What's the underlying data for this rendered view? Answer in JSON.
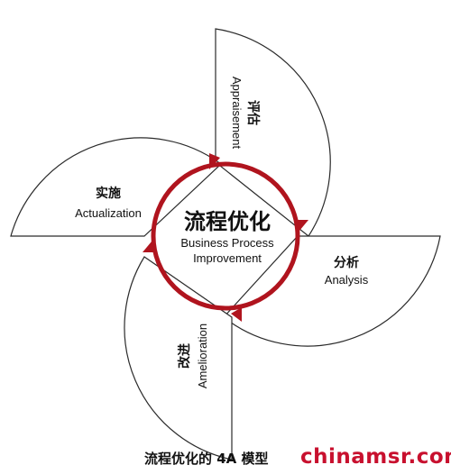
{
  "center": {
    "title_cn": "流程优化",
    "subtitle_line1": "Business Process",
    "subtitle_line2": "Improvement"
  },
  "stages": [
    {
      "id": "appraisement",
      "cn": "评估",
      "en": "Appraisement"
    },
    {
      "id": "analysis",
      "cn": "分析",
      "en": "Analysis"
    },
    {
      "id": "amelioration",
      "cn": "改进",
      "en": "Amelioration"
    },
    {
      "id": "actualization",
      "cn": "实施",
      "en": "Actualization"
    }
  ],
  "caption": "流程优化的 4A 模型",
  "watermark": "chinamsr.com",
  "colors": {
    "cycle": "#b0141e",
    "outline": "#2b2b2b",
    "watermark": "#c8102e"
  }
}
